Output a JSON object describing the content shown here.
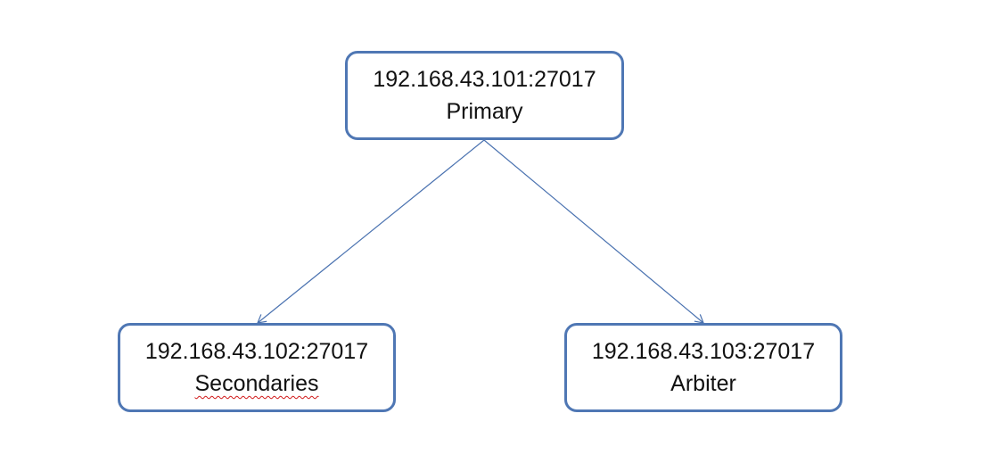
{
  "diagram": {
    "nodes": {
      "primary": {
        "address": "192.168.43.101:27017",
        "role": "Primary"
      },
      "secondary": {
        "address": "192.168.43.102:27017",
        "role": "Secondaries"
      },
      "arbiter": {
        "address": "192.168.43.103:27017",
        "role": "Arbiter"
      }
    },
    "edges": [
      {
        "from": "primary",
        "to": "secondary"
      },
      {
        "from": "primary",
        "to": "arbiter"
      }
    ],
    "colors": {
      "border": "#4f77b4",
      "connector": "#4a72b0",
      "text": "#111111",
      "spellcheck_underline": "#d11a1a"
    }
  }
}
